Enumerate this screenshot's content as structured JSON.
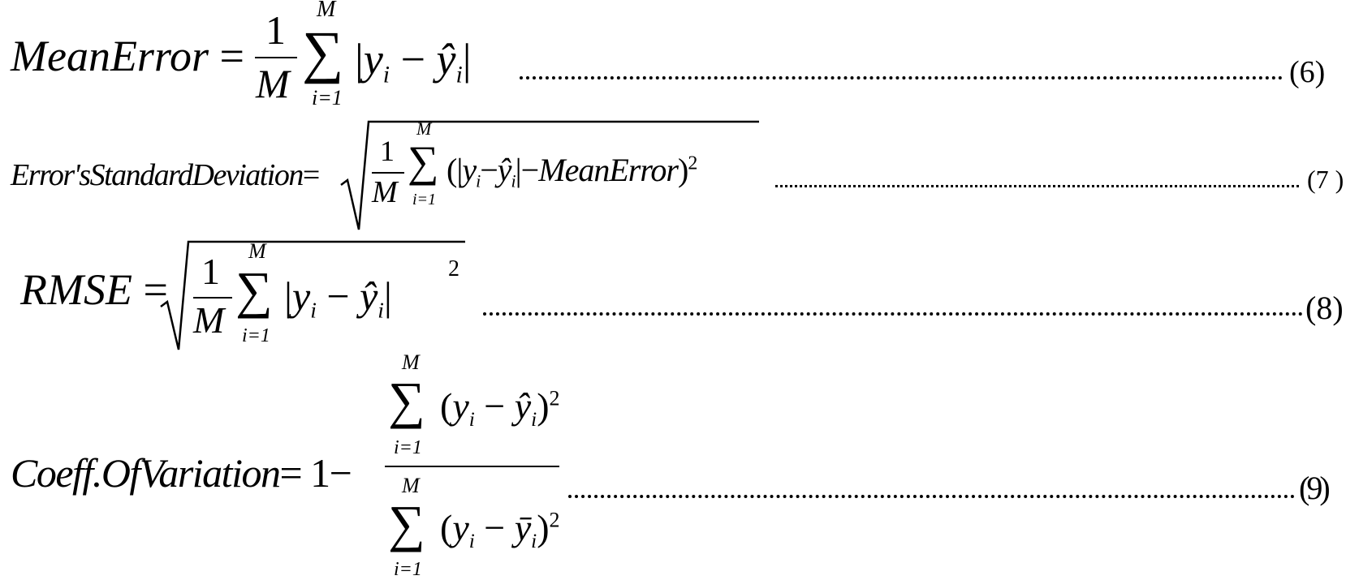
{
  "equations": [
    {
      "lhs": "MeanError",
      "eq": "=",
      "num": "1",
      "den": "M",
      "sum_top": "M",
      "sum_bottom": "i=1",
      "y": "y",
      "yhat": "ŷ",
      "idx": "i",
      "number": "(6)"
    },
    {
      "lhs": "Error'sStandardDeviation",
      "eq": "=",
      "num": "1",
      "den": "M",
      "sum_top": "M",
      "sum_bottom": "i=1",
      "y": "y",
      "yhat": "ŷ",
      "idx": "i",
      "minus_term": "MeanError",
      "power": "2",
      "number": "(7 )"
    },
    {
      "lhs": "RMSE",
      "eq": "=",
      "num": "1",
      "den": "M",
      "sum_top": "M",
      "sum_bottom": "i=1",
      "y": "y",
      "yhat": "ŷ",
      "idx": "i",
      "power": "2",
      "number": "(8)"
    },
    {
      "lhs": "Coeff.OfVariation",
      "eq": "= 1−",
      "sum_top": "M",
      "sum_bottom": "i=1",
      "y": "y",
      "yhat": "ŷ",
      "ybar": "ȳ",
      "idx": "i",
      "power": "2",
      "number": "(9)"
    }
  ]
}
